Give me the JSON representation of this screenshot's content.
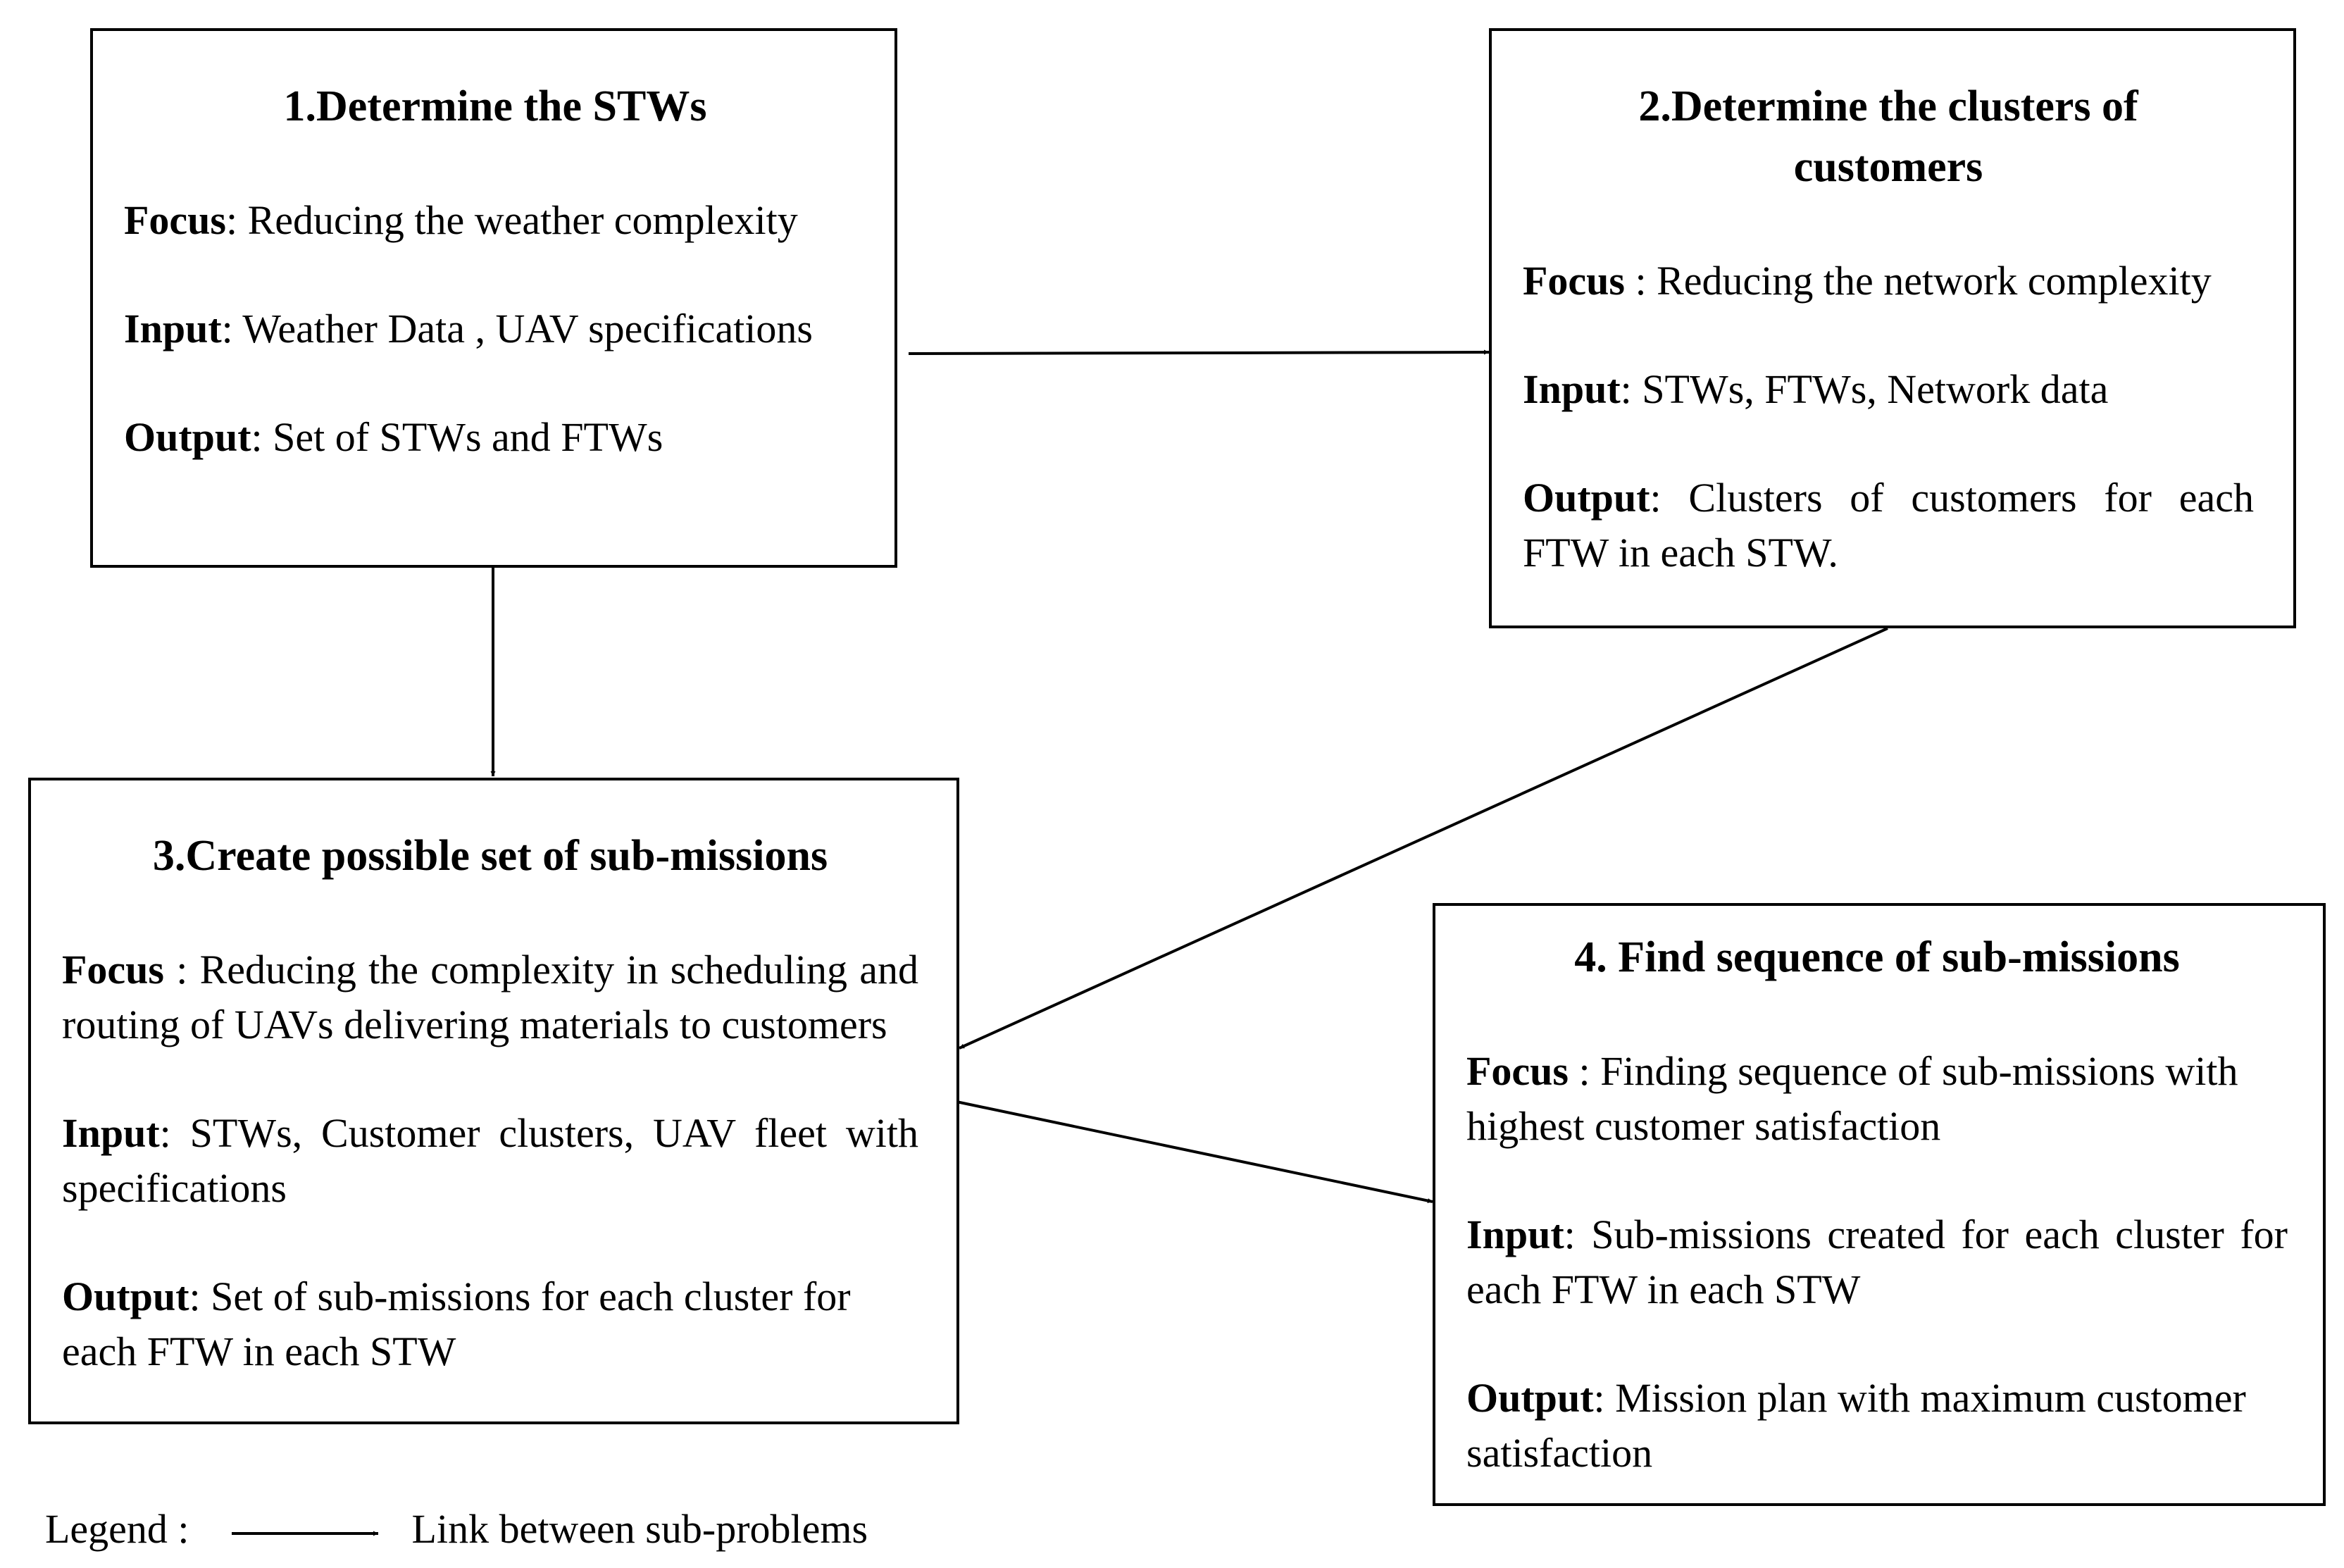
{
  "boxes": [
    {
      "title": "1.Determine the STWs",
      "focus_label": "Focus",
      "focus_text": ":  Reducing the weather complexity",
      "input_label": "Input",
      "input_text": ": Weather Data , UAV specifications",
      "output_label": "Output",
      "output_text": ": Set of STWs and FTWs"
    },
    {
      "title": "2.Determine the clusters of customers",
      "focus_label": "Focus",
      "focus_text": " : Reducing the network complexity",
      "input_label": "Input",
      "input_text": ": STWs, FTWs, Network data",
      "output_label": "Output",
      "output_text": ": Clusters of customers for each FTW in each STW."
    },
    {
      "title": "3.Create possible set of sub-missions",
      "focus_label": "Focus",
      "focus_text": " : Reducing the complexity in scheduling and routing of UAVs delivering materials to customers",
      "input_label": "Input",
      "input_text": ": STWs, Customer clusters, UAV fleet with specifications",
      "output_label": "Output",
      "output_text": ": Set of sub-missions for each cluster for each FTW in each STW"
    },
    {
      "title": "4. Find sequence of sub-missions",
      "focus_label": "Focus",
      "focus_text": " : Finding sequence of sub-missions with highest customer satisfaction",
      "input_label": "Input",
      "input_text": ": Sub-missions created for each cluster for each FTW in each STW",
      "output_label": "Output",
      "output_text": ": Mission plan with maximum customer satisfaction"
    }
  ],
  "links": [
    {
      "from": 1,
      "to": 2
    },
    {
      "from": 1,
      "to": 3
    },
    {
      "from": 2,
      "to": 3
    },
    {
      "from": 3,
      "to": 4
    }
  ],
  "legend": {
    "label": "Legend :",
    "text": "Link between sub-problems"
  }
}
